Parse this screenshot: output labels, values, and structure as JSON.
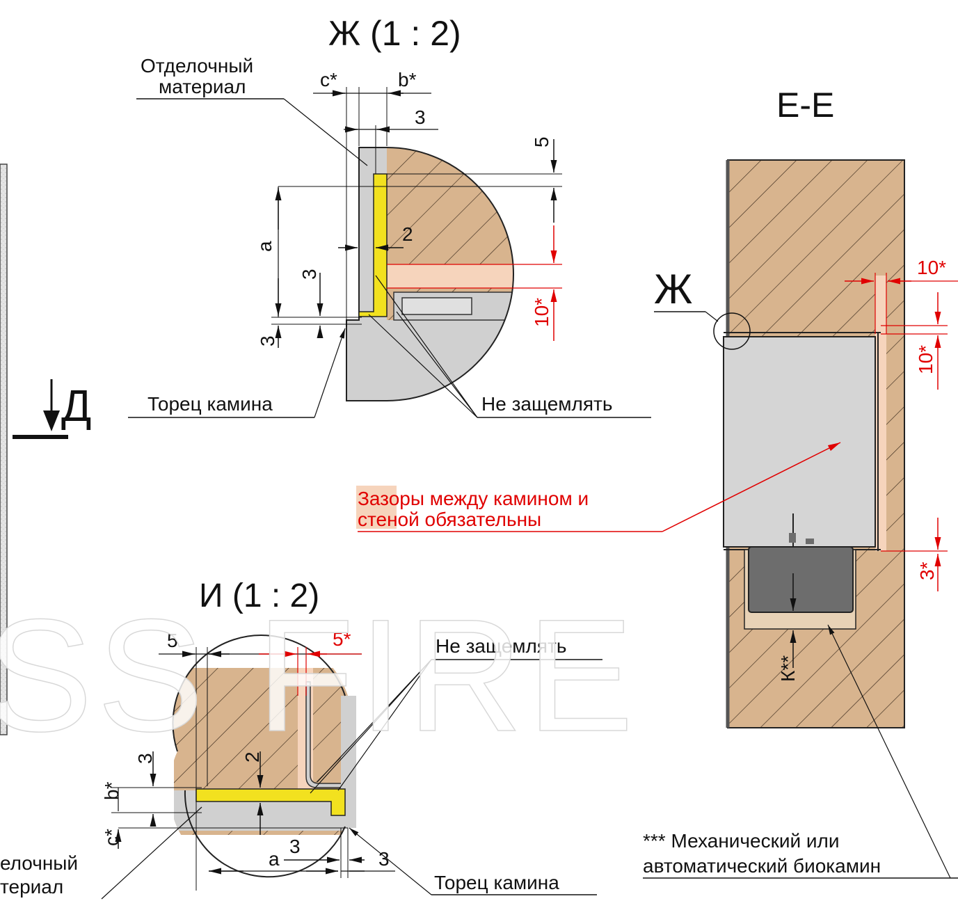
{
  "colors": {
    "wood": "#d8b48e",
    "hatch": "#3a2a1c",
    "steel": "#d3d3d3",
    "insulation": "#f6d4bc",
    "gasket": "#f2e11f",
    "dark_unit": "#6d6d6d",
    "dimension_red": "#e00000",
    "line": "#1a1a1a"
  },
  "section_zh": {
    "title": "Ж (1 : 2)",
    "label_finish": [
      "Отделочный",
      "материал"
    ],
    "dims": {
      "c": "c*",
      "b": "b*",
      "top_gap": "3",
      "right_top": "5",
      "a": "a",
      "gasket": "2",
      "mid3": "3",
      "bottom3": "3",
      "red": "10*"
    },
    "label_end": "Торец камина",
    "label_no_pinch": "Не защемлять"
  },
  "section_d_marker": "Д",
  "section_ee": {
    "title": "Е-Е",
    "callout": "Ж",
    "dims": {
      "red_h": "10*",
      "red_v": "10*",
      "red_bottom": "3*",
      "k": "К**"
    },
    "note_red": [
      "Зазоры между камином и",
      "стеной обязательны"
    ],
    "note_footnote": [
      "*** Механический или",
      "автоматический биокамин"
    ]
  },
  "section_i": {
    "title": "И (1 : 2)",
    "dims": {
      "left5": "5",
      "red5": "5*",
      "v3": "3",
      "v2": "2",
      "b": "b*",
      "c": "c*",
      "h3": "3",
      "a": "a",
      "right3": "3"
    },
    "label_no_pinch": "Не защемлять",
    "label_end": "Торец камина",
    "label_finish": [
      "елочный",
      "териал"
    ]
  },
  "watermark": "SS FIRE"
}
